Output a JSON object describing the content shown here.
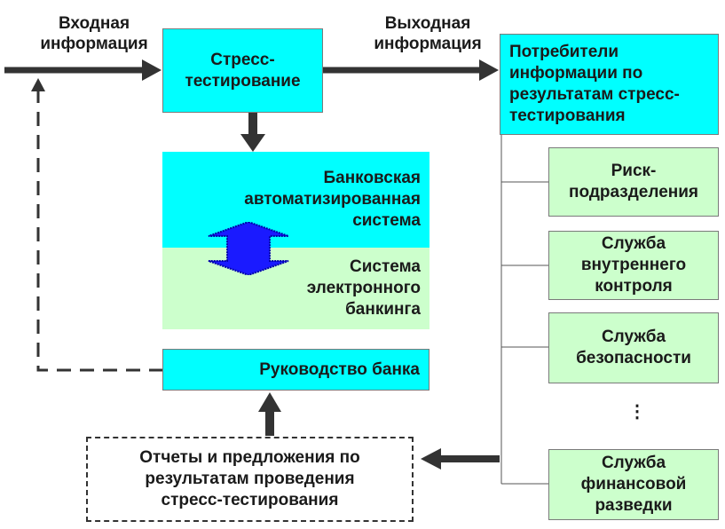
{
  "labels": {
    "input_info": "Входная\nинформация",
    "output_info": "Выходная\nинформация"
  },
  "boxes": {
    "stress_testing": "Стресс-\nтестирование",
    "consumers": "Потребители\nинформации по\nрезультатам стресс-\nтестирования",
    "bank_auto_system": "Банковская\nавтоматизированная\nсистема",
    "e_banking": "Система\nэлектронного\nбанкинга",
    "bank_management": "Руководство банка",
    "reports": "Отчеты и предложения по\nрезультатам проведения\nстресс-тестирования",
    "risk_units": "Риск-\nподразделения",
    "internal_control": "Служба\nвнутреннего\nконтроля",
    "security": "Служба\nбезопасности",
    "financial_intel": "Служба\nфинансовой\nразведки"
  },
  "ellipsis": "⋮",
  "colors": {
    "cyan": "#00ffff",
    "green": "#ccffcc",
    "arrow": "#333333",
    "double_arrow": "#1a1aff"
  }
}
